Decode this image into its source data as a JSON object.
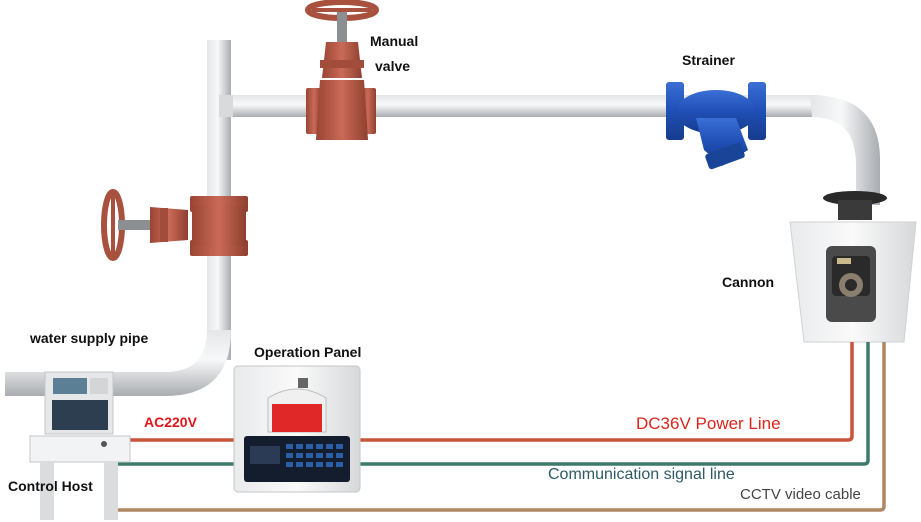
{
  "labels": {
    "manual_valve_line1": "Manual",
    "manual_valve_line2": "valve",
    "strainer": "Strainer",
    "cannon": "Cannon",
    "water_supply_pipe": "water supply pipe",
    "operation_panel": "Operation Panel",
    "control_host": "Control Host",
    "ac220v": "AC220V",
    "dc36v": "DC36V Power Line",
    "comm_line": "Communication signal line",
    "cctv_cable": "CCTV video cable"
  },
  "colors": {
    "pipe": "#c9cbcd",
    "valve": "#b85a48",
    "strainer": "#1f4fb5",
    "power_line": "#c8553a",
    "signal_line": "#3d7a6a",
    "cctv_line": "#b08763",
    "ac_label": "#e0141c",
    "dc_label": "#d9261c",
    "comm_label": "#2e5a66",
    "cctv_label": "#444444"
  },
  "icons": {
    "manual_valve": "gate-valve-icon",
    "side_valve": "gate-valve-icon",
    "strainer": "y-strainer-icon",
    "cannon": "water-cannon-icon",
    "control_host": "control-console-icon",
    "operation_panel": "operation-panel-icon"
  }
}
